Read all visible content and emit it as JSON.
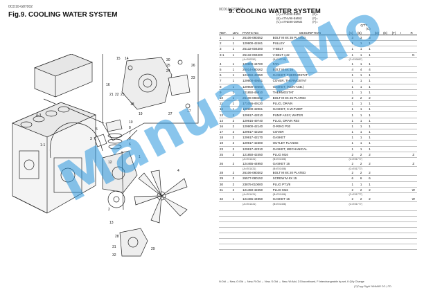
{
  "left_page": {
    "doc_no": "0CD10-G87002",
    "fig_title": "Fig.9.  COOLING WATER SYSTEM",
    "callouts": [
      "1",
      "2",
      "3",
      "4",
      "5",
      "6",
      "7",
      "8",
      "9",
      "10",
      "11",
      "12",
      "13",
      "14",
      "15",
      "16",
      "17",
      "18",
      "19",
      "20",
      "21",
      "22",
      "23",
      "24",
      "25",
      "26",
      "27",
      "28",
      "29",
      "30",
      "31",
      "32",
      "4-3",
      "1-1"
    ]
  },
  "right_page": {
    "doc_no": "0CD10-G87002",
    "fig_title": "9.  COOLING WATER SYSTEM",
    "models": [
      {
        "code": "(A)=4TNE98-BMM",
        "v": "(E)="
      },
      {
        "code": "(B)=4TNV98-BMM2",
        "v": "(F)="
      },
      {
        "code": "(C)=4TNE98-DMM2",
        "v": "(F)="
      }
    ],
    "headers": {
      "ref": "REF.",
      "lev": "LEV.",
      "parts_no": "PARTS NO.",
      "description": "DESCRIPTION",
      "qty": "Q'TY",
      "i": "I",
      "r": "R"
    },
    "qty_cols": [
      "(A)",
      "(B)",
      "(C)",
      "(D)",
      "(E)",
      "(F)"
    ],
    "rows": [
      {
        "ref": "1",
        "lev": "1",
        "parts_no": "26106-080352",
        "desc": "BOLT M 8X 35 PLATED",
        "a": "3",
        "b": "3",
        "c": "3",
        "i": "",
        "r": ""
      },
      {
        "ref": "2",
        "lev": "1",
        "parts_no": "129900-42461",
        "desc": "PULLEY",
        "a": "1",
        "b": "1",
        "c": "1",
        "i": "",
        "r": ""
      },
      {
        "ref": "3",
        "lev": "1",
        "parts_no": "25132-004300",
        "desc": "V-BELT",
        "a": "1",
        "b": "1",
        "c": "1",
        "i": "",
        "r": ""
      },
      {
        "ref": "3-1",
        "lev": "1",
        "parts_no": "25132-004200",
        "desc": "V-BELT A42",
        "a": "1",
        "b": "1",
        "c": "1",
        "i": "",
        "r": "N",
        "sub": [
          "(A=E00250)",
          "(B=E00748)",
          "(C=E00857)"
        ]
      },
      {
        "ref": "4",
        "lev": "1",
        "parts_no": "129900-44700",
        "desc": "FAN",
        "a": "1",
        "b": "1",
        "c": "1",
        "i": "",
        "r": ""
      },
      {
        "ref": "5",
        "lev": "1",
        "parts_no": "26014-080162",
        "desc": "BOLT M 8X 16",
        "a": "4",
        "b": "4",
        "c": "4",
        "i": "",
        "r": ""
      },
      {
        "ref": "6",
        "lev": "1",
        "parts_no": "121850-49550",
        "desc": "GASKET, THERMOSTAT",
        "a": "1",
        "b": "1",
        "c": "1",
        "i": "",
        "r": ""
      },
      {
        "ref": "7",
        "lev": "1",
        "parts_no": "129900-49551",
        "desc": "COVER, THERMOSTAT",
        "a": "1",
        "b": "1",
        "c": "1",
        "i": "",
        "r": ""
      },
      {
        "ref": "8",
        "lev": "1",
        "parts_no": "129900-49560",
        "desc": "GASKET, (NON-ASB.)",
        "a": "1",
        "b": "1",
        "c": "1",
        "i": "",
        "r": ""
      },
      {
        "ref": "9",
        "lev": "1",
        "parts_no": "121850-49810",
        "desc": "THERMOSTAT",
        "a": "1",
        "b": "1",
        "c": "1",
        "i": "",
        "r": ""
      },
      {
        "ref": "10",
        "lev": "1",
        "parts_no": "26106-080252",
        "desc": "BOLT M 8X 25 PLATED",
        "a": "2",
        "b": "2",
        "c": "2",
        "i": "",
        "r": ""
      },
      {
        "ref": "11",
        "lev": "1",
        "parts_no": "171056-49120",
        "desc": "PLUG, DRAIN",
        "a": "1",
        "b": "1",
        "c": "1",
        "i": "",
        "r": ""
      },
      {
        "ref": "12",
        "lev": "1",
        "parts_no": "129900-42061",
        "desc": "GASKET, C.W.PUMP",
        "a": "1",
        "b": "1",
        "c": "1",
        "i": "",
        "r": ""
      },
      {
        "ref": "13",
        "lev": "1",
        "parts_no": "129917-42010",
        "desc": "PUMP ASSY, WATER",
        "a": "1",
        "b": "1",
        "c": "1",
        "i": "",
        "r": ""
      },
      {
        "ref": "14",
        "lev": "2",
        "parts_no": "129916-49740",
        "desc": "PLUG, DRAIN R03",
        "a": "1",
        "b": "1",
        "c": "1",
        "i": "",
        "r": ""
      },
      {
        "ref": "16",
        "lev": "2",
        "parts_no": "129900-42140",
        "desc": "O-RING P30",
        "a": "1",
        "b": "1",
        "c": "1",
        "i": "",
        "r": ""
      },
      {
        "ref": "17",
        "lev": "2",
        "parts_no": "129917-42160",
        "desc": "COVER",
        "a": "1",
        "b": "1",
        "c": "1",
        "i": "",
        "r": ""
      },
      {
        "ref": "18",
        "lev": "2",
        "parts_no": "129917-42170",
        "desc": "GASKET",
        "a": "1",
        "b": "1",
        "c": "1",
        "i": "",
        "r": ""
      },
      {
        "ref": "19",
        "lev": "2",
        "parts_no": "129917-42300",
        "desc": "OUTLET FLANGE",
        "a": "1",
        "b": "1",
        "c": "1",
        "i": "",
        "r": ""
      },
      {
        "ref": "23",
        "lev": "2",
        "parts_no": "129917-42310",
        "desc": "GASKET, MECHANICAL",
        "a": "1",
        "b": "1",
        "c": "1",
        "i": "",
        "r": ""
      },
      {
        "ref": "25",
        "lev": "2",
        "parts_no": "121850-42450",
        "desc": "PLUG M16",
        "a": "2",
        "b": "2",
        "c": "2",
        "i": "",
        "r": "Z",
        "sub": [
          "(A=E01431)",
          "(B=E01456)",
          "(C=E01777)"
        ]
      },
      {
        "ref": "26",
        "lev": "2",
        "parts_no": "124465-44950",
        "desc": "GASKET 16",
        "a": "2",
        "b": "2",
        "c": "2",
        "i": "",
        "r": "Z",
        "sub": [
          "(A=E01431)",
          "(B=E01456)",
          "(C=E01777)"
        ]
      },
      {
        "ref": "28",
        "lev": "2",
        "parts_no": "26106-080302",
        "desc": "BOLT M 8X 20 PLATED",
        "a": "2",
        "b": "2",
        "c": "2",
        "i": "",
        "r": ""
      },
      {
        "ref": "29",
        "lev": "2",
        "parts_no": "26577-080152",
        "desc": "SCREW M 6X 15",
        "a": "6",
        "b": "6",
        "c": "6",
        "i": "",
        "r": ""
      },
      {
        "ref": "30",
        "lev": "2",
        "parts_no": "23875-010000",
        "desc": "PLUG PT1/8",
        "a": "1",
        "b": "1",
        "c": "1",
        "i": "",
        "r": ""
      },
      {
        "ref": "31",
        "lev": "2",
        "parts_no": "121450-42450",
        "desc": "PLUG M16",
        "a": "2",
        "b": "2",
        "c": "2",
        "i": "",
        "r": "W",
        "sub": [
          "(A=E01431)",
          "(B=E01456)",
          "(C=E01777)"
        ]
      },
      {
        "ref": "32",
        "lev": "1",
        "parts_no": "124465-44950",
        "desc": "GASKET 16",
        "a": "2",
        "b": "2",
        "c": "2",
        "i": "",
        "r": "W",
        "sub": [
          "(A=E01431)",
          "(B=E01456)",
          "(C=E01777)"
        ]
      }
    ],
    "legend": "N:Old → New, O:Old ↔ New, R:Old → New, S:Old ↔ New, W:Add, Z:Discontinued, F:Interchangeable by set, K:Q'ty Change",
    "copyright": "(C)Copy Right YANMAR CO.,LTD."
  },
  "watermark": "ManualsMo"
}
